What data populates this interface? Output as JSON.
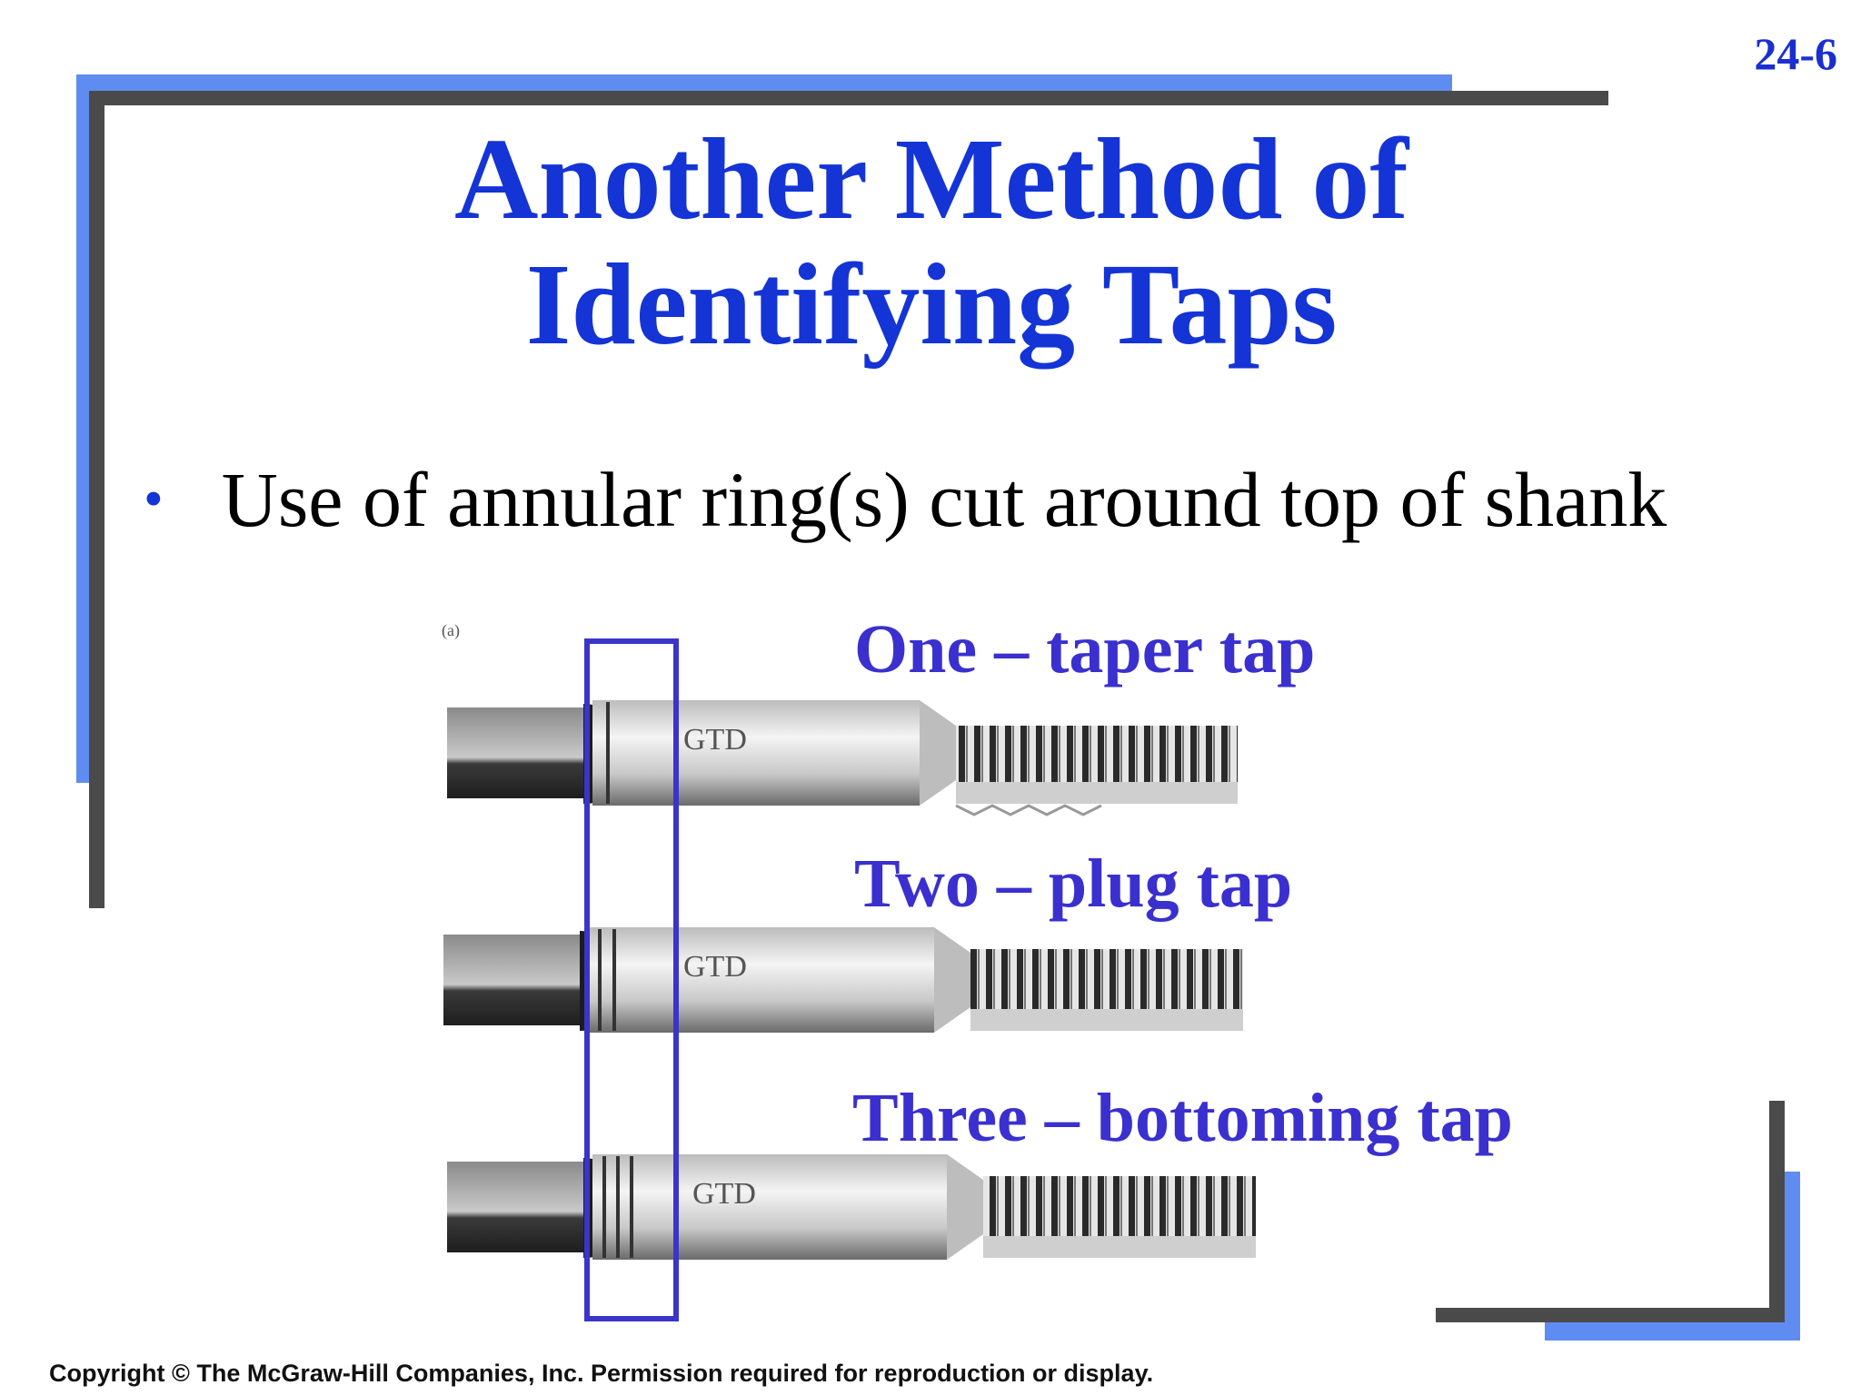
{
  "slide_number": "24-6",
  "title_line1": "Another Method of",
  "title_line2": "Identifying Taps",
  "bullet_text": "Use of annular ring(s) cut around top of shank",
  "figure_corner_mark": "(a)",
  "taps": [
    {
      "label": "One – taper tap",
      "rings": 1
    },
    {
      "label": "Two – plug tap",
      "rings": 2
    },
    {
      "label": "Three – bottoming tap",
      "rings": 3
    }
  ],
  "tap_marking": "GTD",
  "copyright": "Copyright © The McGraw-Hill Companies, Inc.  Permission required for reproduction or display.",
  "colors": {
    "title_blue": "#1434d6",
    "label_blue": "#3a30cf",
    "frame_blue": "#5e8cf0",
    "frame_gray": "#4a4a4a",
    "box_border": "#3a35c8"
  }
}
